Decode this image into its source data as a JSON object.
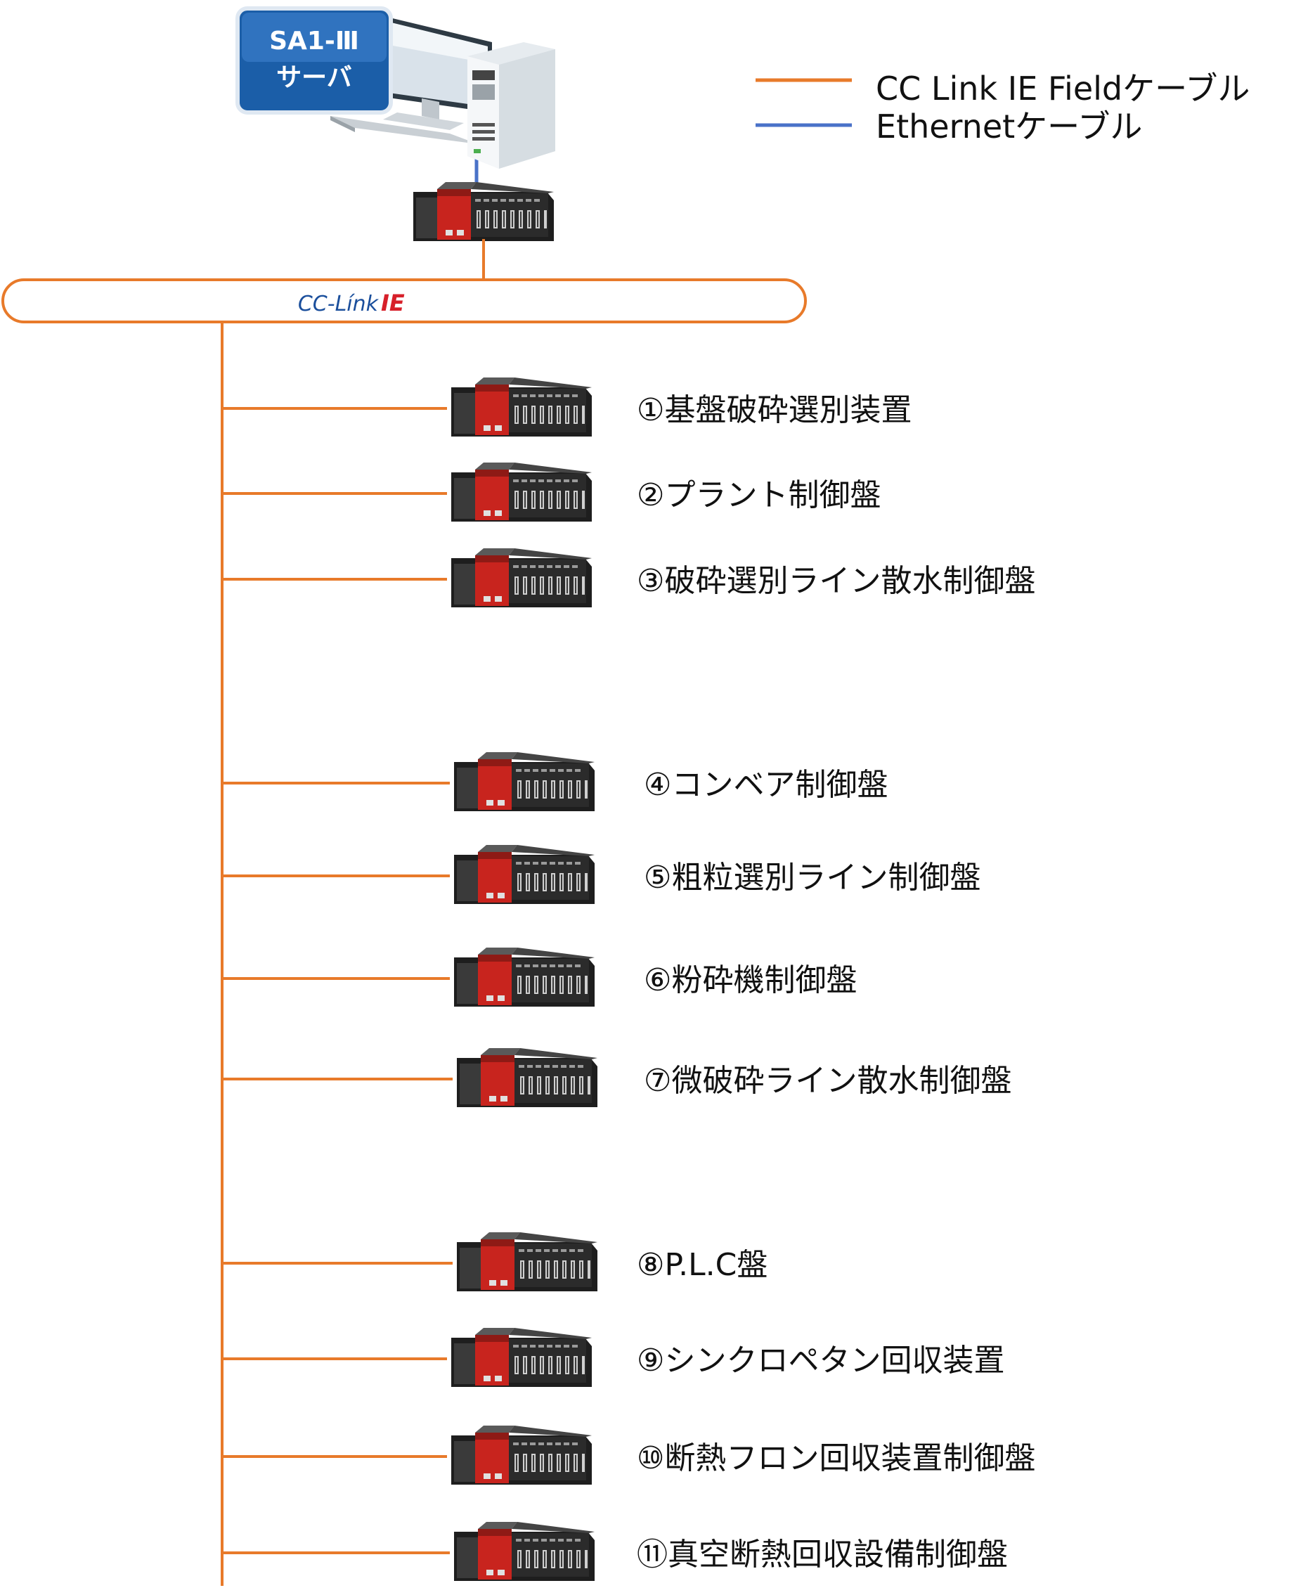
{
  "server": {
    "label_line1": "SA1-Ⅲ",
    "label_line2": "サーバ"
  },
  "legend": [
    {
      "label": "CC Link IE Fieldケーブル",
      "color": "#E87A2A"
    },
    {
      "label": "Ethernetケーブル",
      "color": "#4A72C8"
    }
  ],
  "bus": {
    "logo_text_1": "CC-Línk",
    "logo_text_2": "IE"
  },
  "colors": {
    "field_cable": "#E87A2A",
    "ethernet_cable": "#4A72C8",
    "plc_red": "#C8241E",
    "plc_dark": "#2A2A2A"
  },
  "stations": [
    {
      "label": "①基盤破砕選別装置"
    },
    {
      "label": "②プラント制御盤"
    },
    {
      "label": "③破砕選別ライン散水制御盤"
    },
    {
      "label": "④コンベア制御盤"
    },
    {
      "label": "⑤粗粒選別ライン制御盤"
    },
    {
      "label": "⑥粉砕機制御盤"
    },
    {
      "label": "⑦微破砕ライン散水制御盤"
    },
    {
      "label": "⑧P.L.C盤"
    },
    {
      "label": "⑨シンクロペタン回収装置"
    },
    {
      "label": "⑩断熱フロン回収装置制御盤"
    },
    {
      "label": "⑪真空断熱回収設備制御盤"
    }
  ]
}
